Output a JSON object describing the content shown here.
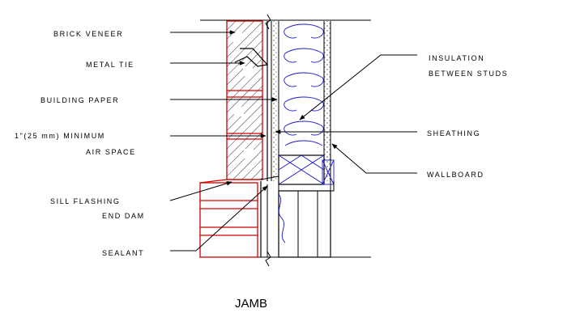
{
  "labels": {
    "brick_veneer": "BRICK VENEER",
    "metal_tie": "METAL TIE",
    "building_paper": "BUILDING PAPER",
    "min_air_space_1": "1\"(25 mm) MINIMUM",
    "min_air_space_2": "AIR SPACE",
    "sill_flashing": "SILL FLASHING",
    "end_dam": "END DAM",
    "sealant": "SEALANT",
    "insulation_1": "INSULATION",
    "insulation_2": "BETWEEN STUDS",
    "sheathing": "SHEATHING",
    "wallboard": "WALLBOARD"
  },
  "title": "JAMB",
  "colors": {
    "line": "#000000",
    "brick": "#d00000",
    "insulation": "#1a1ad0"
  }
}
